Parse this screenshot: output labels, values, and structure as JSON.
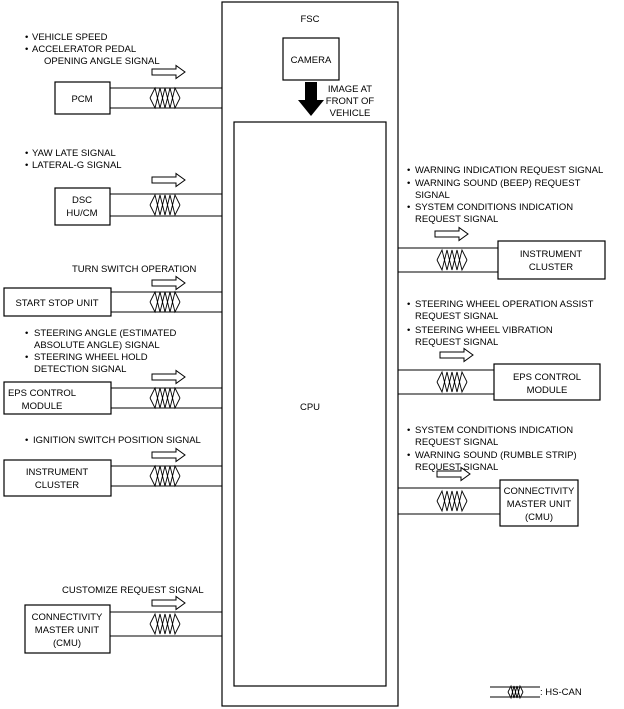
{
  "fsc": {
    "title": "FSC",
    "camera": "CAMERA",
    "image_label": [
      "IMAGE AT",
      "FRONT OF",
      "VEHICLE"
    ],
    "cpu": "CPU"
  },
  "left": [
    {
      "module": [
        "PCM"
      ],
      "signals": [
        "VEHICLE SPEED",
        "ACCELERATOR PEDAL",
        "OPENING ANGLE SIGNAL"
      ]
    },
    {
      "module": [
        "DSC",
        "HU/CM"
      ],
      "signals": [
        "YAW LATE SIGNAL",
        "LATERAL-G SIGNAL"
      ]
    },
    {
      "module": [
        "START STOP UNIT"
      ],
      "signals": [
        "TURN SWITCH OPERATION"
      ]
    },
    {
      "module": [
        "EPS CONTROL",
        "MODULE"
      ],
      "signals": [
        "STEERING ANGLE (ESTIMATED",
        "ABSOLUTE ANGLE) SIGNAL",
        "STEERING WHEEL HOLD",
        "DETECTION SIGNAL"
      ]
    },
    {
      "module": [
        "INSTRUMENT",
        "CLUSTER"
      ],
      "signals": [
        "IGNITION SWITCH POSITION SIGNAL"
      ]
    },
    {
      "module": [
        "CONNECTIVITY",
        "MASTER UNIT",
        "(CMU)"
      ],
      "signals": [
        "CUSTOMIZE REQUEST SIGNAL"
      ]
    }
  ],
  "right": [
    {
      "module": [
        "INSTRUMENT",
        "CLUSTER"
      ],
      "signals": [
        "WARNING INDICATION REQUEST SIGNAL",
        "WARNING SOUND (BEEP) REQUEST",
        "SIGNAL",
        "SYSTEM CONDITIONS INDICATION",
        "REQUEST SIGNAL"
      ]
    },
    {
      "module": [
        "EPS CONTROL",
        "MODULE"
      ],
      "signals": [
        "STEERING WHEEL OPERATION ASSIST",
        "REQUEST SIGNAL",
        "STEERING WHEEL VIBRATION",
        "REQUEST SIGNAL"
      ]
    },
    {
      "module": [
        "CONNECTIVITY",
        "MASTER UNIT",
        "(CMU)"
      ],
      "signals": [
        "SYSTEM CONDITIONS INDICATION",
        "REQUEST SIGNAL",
        "WARNING SOUND (RUMBLE STRIP)",
        "REQUEST SIGNAL"
      ]
    }
  ],
  "legend": {
    "label": ": HS-CAN"
  }
}
